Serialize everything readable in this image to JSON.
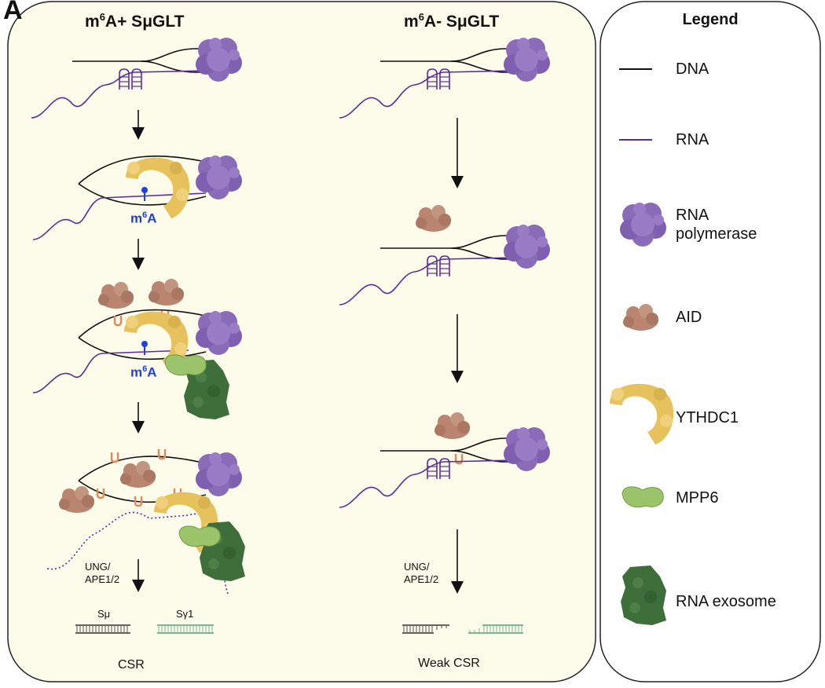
{
  "panel_letter": "A",
  "columns": {
    "left_title_base": "m",
    "left_title_sup": "6",
    "left_title_rest": "A+ SμGLT",
    "right_title_base": "m",
    "right_title_sup": "6",
    "right_title_rest": "A- SμGLT"
  },
  "m6a": {
    "base": "m",
    "sup": "6",
    "rest": "A"
  },
  "enzymes": {
    "line1": "UNG/",
    "line2": "APE1/2"
  },
  "segments": {
    "s_mu": "Sμ",
    "s_gamma1": "Sγ1"
  },
  "outcomes": {
    "left": "CSR",
    "right": "Weak CSR"
  },
  "legend": {
    "title": "Legend",
    "items": [
      {
        "label": "DNA",
        "icon": "dna-line-icon"
      },
      {
        "label": "RNA",
        "icon": "rna-line-icon"
      },
      {
        "label_line1": "RNA",
        "label_line2": "polymerase",
        "icon": "rna-polymerase-icon"
      },
      {
        "label": "AID",
        "icon": "aid-icon"
      },
      {
        "label": "YTHDC1",
        "icon": "ythdc1-icon"
      },
      {
        "label": "MPP6",
        "icon": "mpp6-icon"
      },
      {
        "label": "RNA exosome",
        "icon": "rna-exosome-icon"
      }
    ]
  },
  "colors": {
    "panel_bg": "#fdfbea",
    "dna": "#111111",
    "rna": "#5b2d9c",
    "polymerase": "#8a6bb8",
    "aid": "#b98570",
    "ythdc1": "#e6c15c",
    "mpp6": "#9cc46a",
    "exosome": "#3e6e3a",
    "m6a": "#1f3fd8",
    "uracil": "#e08a5c",
    "s_gamma": "#5a9a78"
  }
}
